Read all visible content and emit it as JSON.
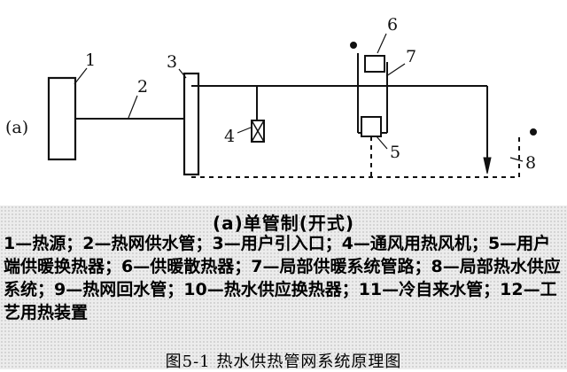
{
  "diagram": {
    "panel_label": "(a)",
    "callouts": [
      "1",
      "2",
      "3",
      "4",
      "5",
      "6",
      "7",
      "8"
    ]
  },
  "subtitle": "(a)单管制(开式)",
  "legend": [
    "1—热源；",
    "2—热网供水管；",
    "3—用户引入口；",
    "4—通风用热风机；",
    "5—用户端供暖换热器；",
    "6—供暖散热器；",
    "7—局部供暖系统管路；",
    "8—局部热水供应系统；",
    "9—热网回水管；",
    "10—热水供应换热器；",
    "11—冷自来水管；",
    "12—工艺用热装置"
  ],
  "caption": "图5-1   热水供热管网系统原理图"
}
